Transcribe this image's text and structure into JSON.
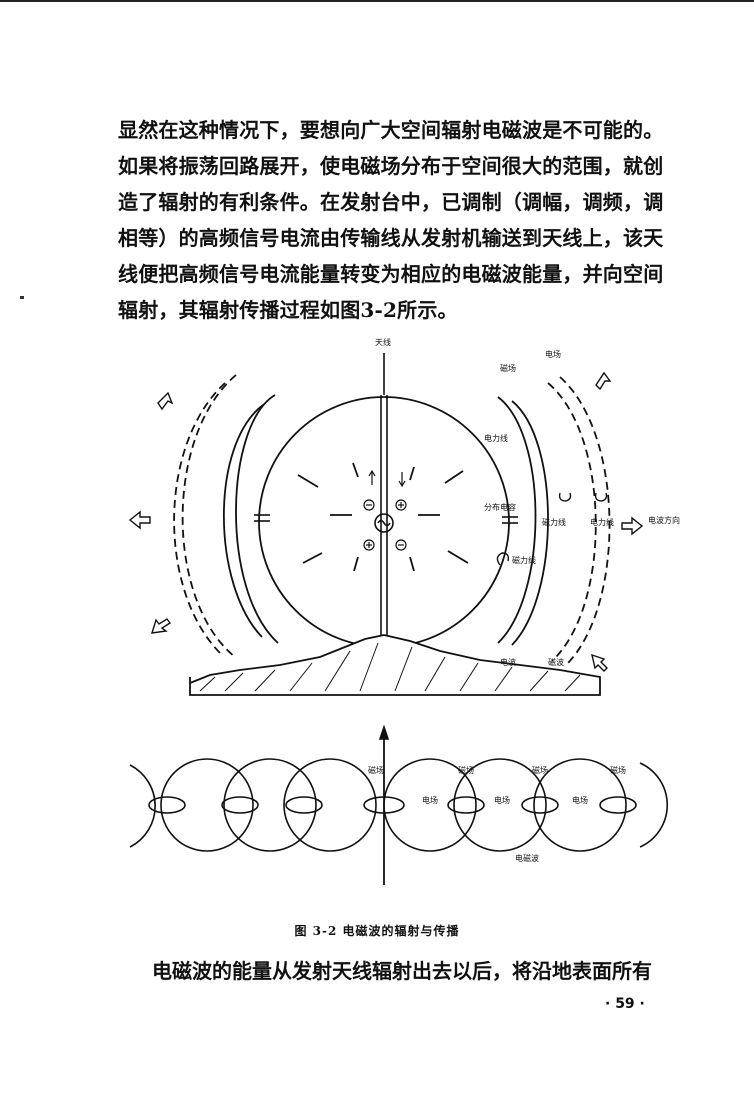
{
  "paragraph_lines": [
    "显然在这种情况下，要想向广大空间辐射电磁波是不可能的。",
    "如果将振荡回路展开，使电磁场分布于空间很大的范围，就创",
    "造了辐射的有利条件。在发射台中，已调制（调幅，调频，调",
    "相等）的高频信号电流由传输线从发射机输送到天线上，该天",
    "线便把高频信号电流能量转变为相应的电磁波能量，并向空间",
    "辐射，其辐射传播过程如图3-2所示。"
  ],
  "figure": {
    "antenna_label": "天线",
    "upper_right_labels": {
      "magnetic_field": "磁场",
      "electric_field": "电场",
      "electric_force_line": "电力线",
      "distributed_capacitance": "分布电容",
      "magnetic_force_line": "磁力线",
      "magnetic_force_line_2": "磁力线",
      "electric_force_line_2": "电力线",
      "wave_direction": "电波方向",
      "electric_wave": "电波",
      "magnetic_wave": "磁波"
    },
    "lower_labels": {
      "magnetic_field_1": "磁场",
      "magnetic_field_2": "磁场",
      "magnetic_field_3": "磁场",
      "magnetic_field_4": "磁场",
      "electric_field_1": "电场",
      "electric_field_2": "电场",
      "electric_field_3": "电场",
      "em_wave": "电磁波"
    }
  },
  "caption": "图 3-2  电磁波的辐射与传播",
  "continuation_line": "电磁波的能量从发射天线辐射出去以后，将沿地表面所有",
  "page_number": "· 59 ·"
}
